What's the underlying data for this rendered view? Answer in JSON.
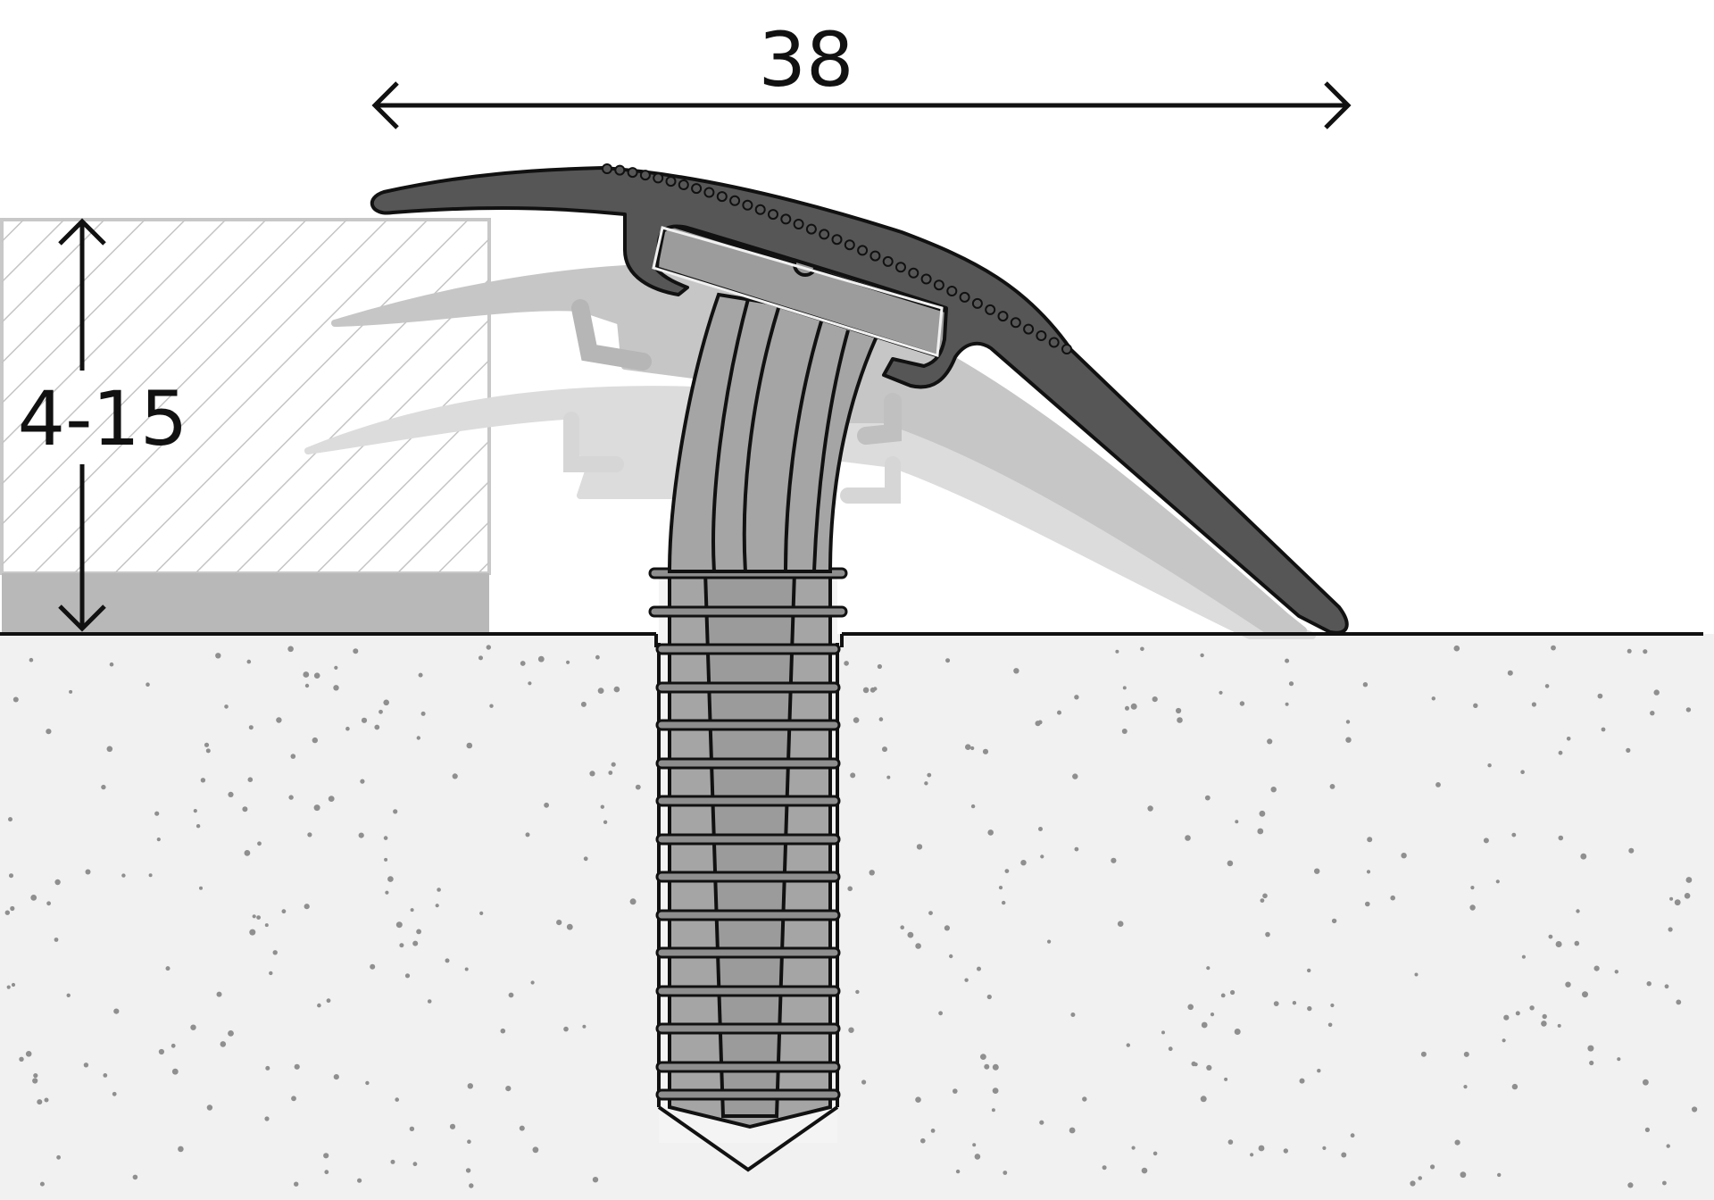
{
  "dimensions": {
    "width_label": "38",
    "height_label": "4-15"
  },
  "colors": {
    "background": "#f1f1f1",
    "outline": "#111111",
    "profile_dark": "#555555",
    "profile_mid": "#b4b4b4",
    "profile_light": "#d4d4d4",
    "anchor_fill": "#9c9c9c",
    "hatch_line": "#bdbdbd",
    "floor_base": "#b8b8b8",
    "speckle": "#8a8a8a"
  },
  "icons": {
    "dimension_arrow": "double-headed-arrow",
    "anchor": "expansion-dowel"
  }
}
